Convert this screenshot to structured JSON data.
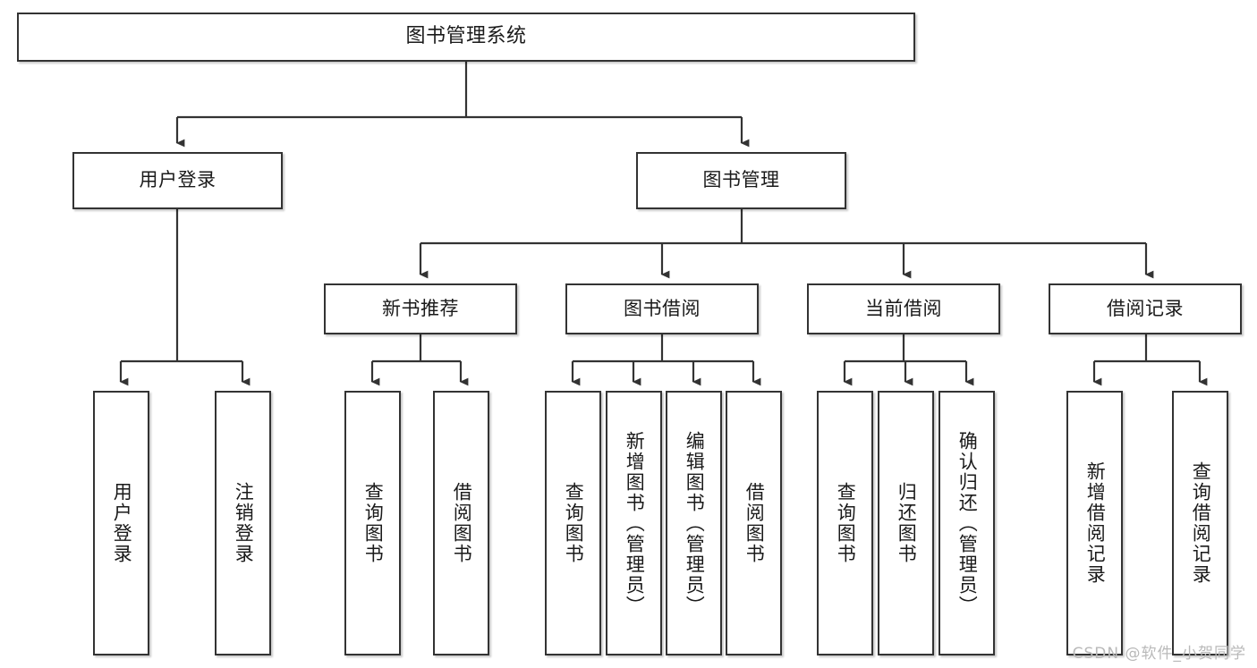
{
  "diagram": {
    "title": "图书管理系统",
    "watermark": "CSDN @软件_小贺同学",
    "colors": {
      "box_border": "#333333",
      "box_fill": "#ffffff",
      "text": "#1a1a1a",
      "connector": "#333333",
      "watermark": "#b9b9b9",
      "background": "#ffffff"
    },
    "type": "tree",
    "root": {
      "label": "图书管理系统"
    },
    "level2": [
      {
        "label": "用户登录"
      },
      {
        "label": "图书管理"
      }
    ],
    "level3": [
      {
        "label": "新书推荐"
      },
      {
        "label": "图书借阅"
      },
      {
        "label": "当前借阅"
      },
      {
        "label": "借阅记录"
      }
    ],
    "leaves": {
      "user_login": [
        {
          "label": "用户登录"
        },
        {
          "label": "注销登录"
        }
      ],
      "new_book_recommend": [
        {
          "label": "查询图书"
        },
        {
          "label": "借阅图书"
        }
      ],
      "book_borrow": [
        {
          "label": "查询图书"
        },
        {
          "label": "新增图书（管理员）"
        },
        {
          "label": "编辑图书（管理员）"
        },
        {
          "label": "借阅图书"
        }
      ],
      "current_borrow": [
        {
          "label": "查询图书"
        },
        {
          "label": "归还图书"
        },
        {
          "label": "确认归还（管理员）"
        }
      ],
      "borrow_record": [
        {
          "label": "新增借阅记录"
        },
        {
          "label": "查询借阅记录"
        }
      ]
    }
  }
}
